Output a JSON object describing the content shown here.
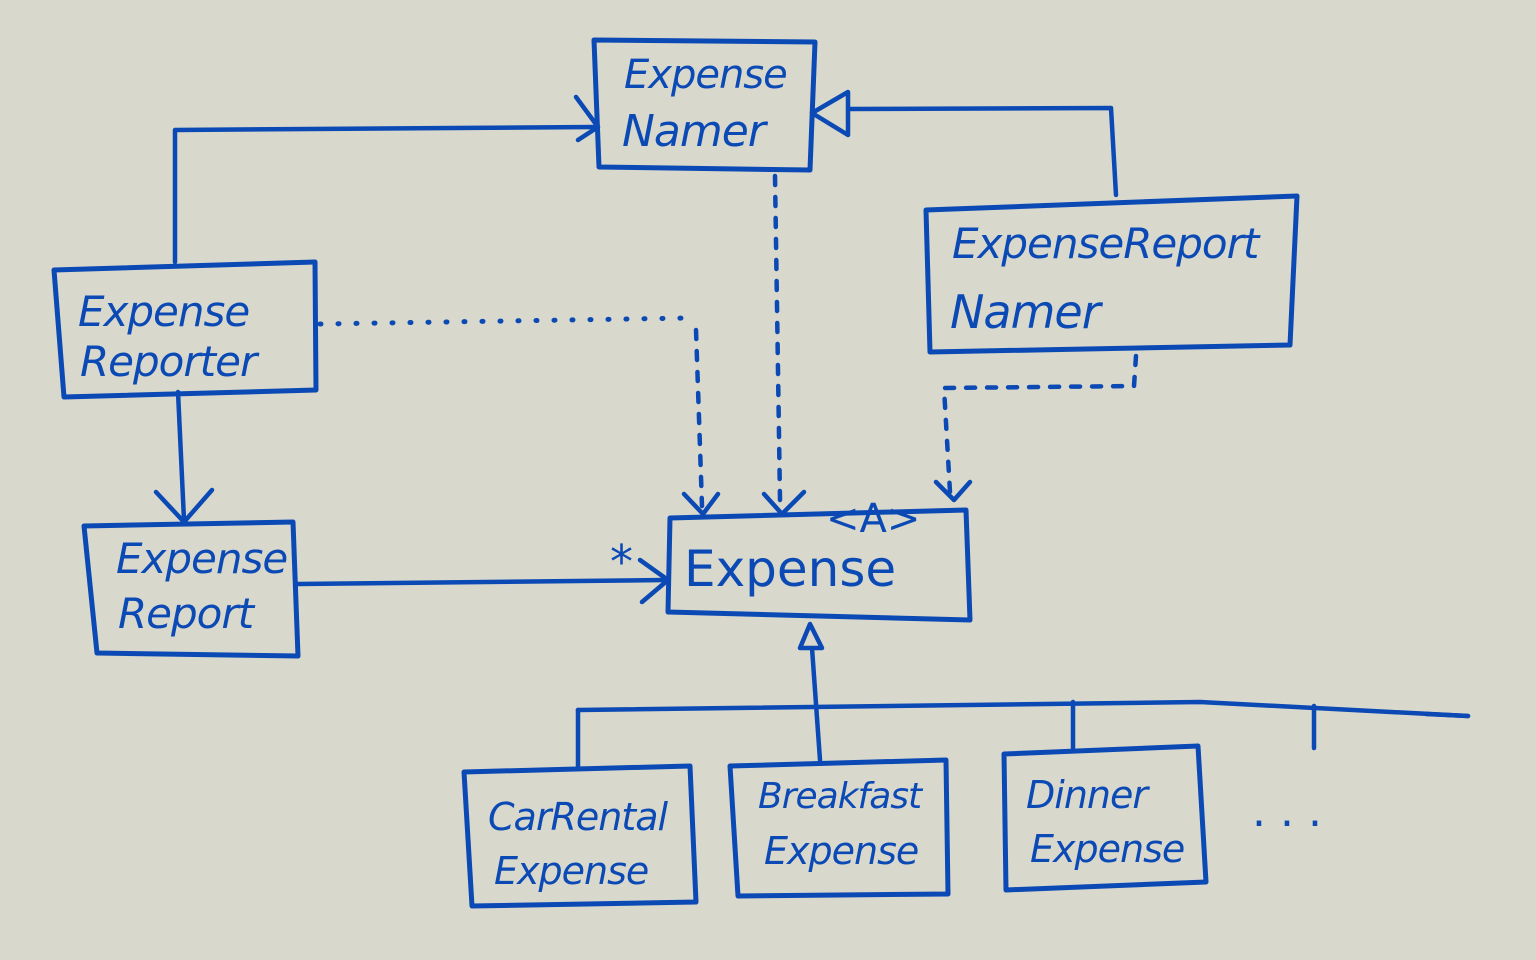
{
  "diagram": {
    "colors": {
      "ink": "#0b49b5",
      "paper": "#d8d8cd"
    },
    "boxes": {
      "expense_namer": {
        "line1": "Expense",
        "line2": "Namer"
      },
      "expense_report_namer": {
        "line1": "ExpenseReport",
        "line2": "Namer"
      },
      "expense_reporter": {
        "line1": "Expense",
        "line2": "Reporter"
      },
      "expense_report": {
        "line1": "Expense",
        "line2": "Report"
      },
      "expense": {
        "line1": "Expense"
      },
      "car_rental_expense": {
        "line1": "CarRental",
        "line2": "Expense"
      },
      "breakfast_expense": {
        "line1": "Breakfast",
        "line2": "Expense"
      },
      "dinner_expense": {
        "line1": "Dinner",
        "line2": "Expense"
      }
    },
    "annotations": {
      "abstract_marker": "<A>",
      "multiplicity": "*",
      "more_subclasses": ". . ."
    }
  }
}
